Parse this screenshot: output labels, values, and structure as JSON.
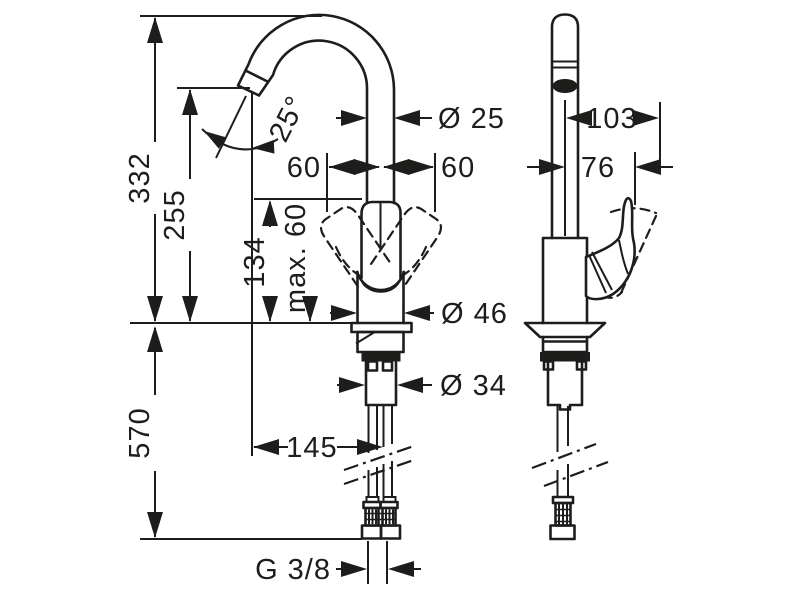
{
  "drawing": {
    "type": "technical-dimension-drawing",
    "subject": "single-lever kitchen faucet, front and side projection",
    "ink_color": "#1d1d1b",
    "background_color": "#ffffff"
  },
  "labels": {
    "total_height": "332",
    "spout_height": "255",
    "body_height": "134",
    "max_deck_thickness": "max. 60",
    "hose_length_below": "570",
    "spout_reach": "145",
    "spout_pipe_diameter": "Ø 25",
    "swivel_left": "60",
    "swivel_right": "60",
    "base_diameter": "Ø 46",
    "shank_diameter": "Ø 34",
    "connection_thread": "G 3/8",
    "spout_angle": "25°",
    "side_projection": "103",
    "side_offset": "76"
  }
}
